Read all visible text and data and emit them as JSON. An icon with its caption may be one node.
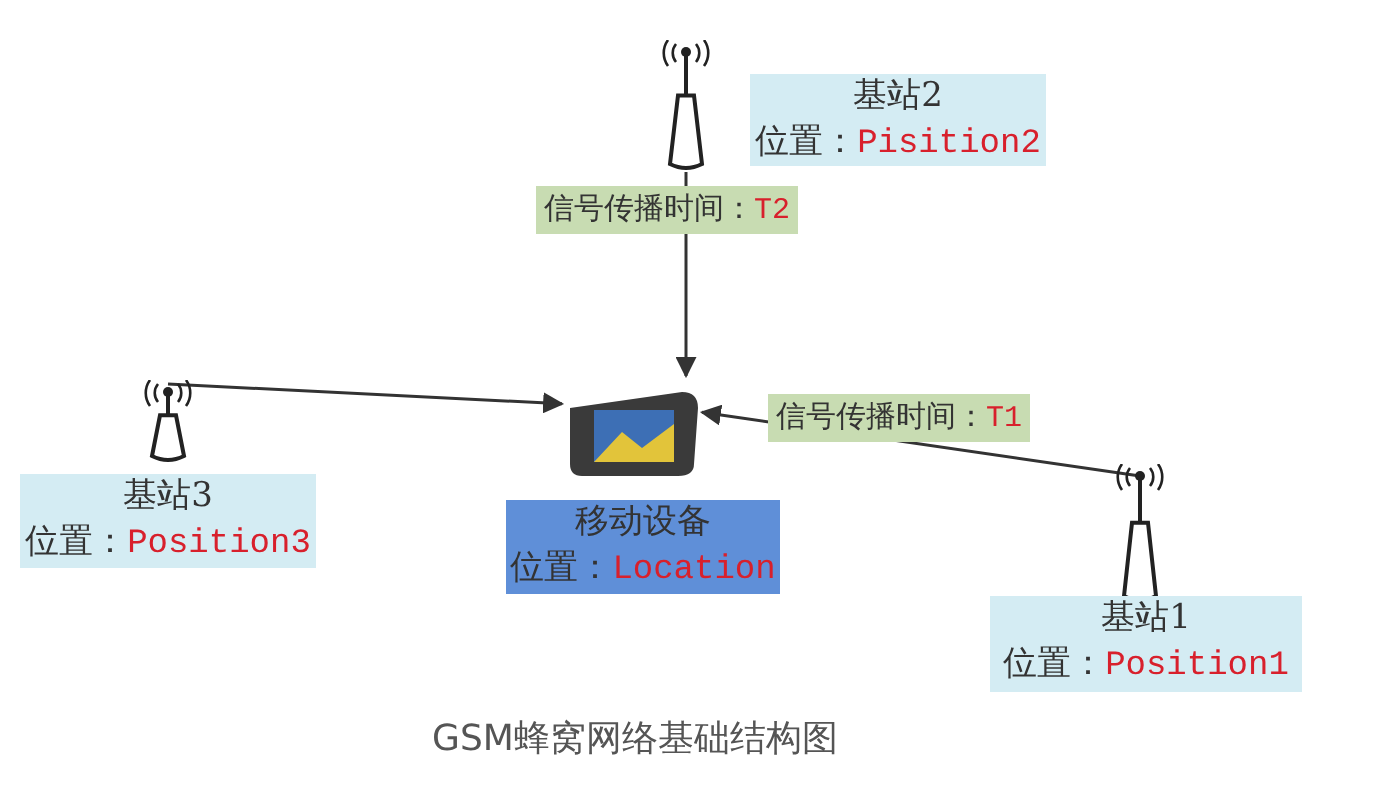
{
  "diagram": {
    "caption": "GSM蜂窝网络基础结构图",
    "nodes": [
      {
        "text": [],
        "shape": "picture"
      },
      {
        "text": [
          "基站2",
          "位置：Pisition2"
        ]
      },
      {
        "text": [],
        "shape": "picture"
      },
      {
        "text": [
          "基站3",
          "位置：Position3"
        ]
      },
      {
        "text": [],
        "shape": "picture"
      },
      {
        "text": [
          "移动设备",
          "位置：Location"
        ]
      },
      {
        "text": [],
        "shape": "picture"
      },
      {
        "text": [
          "基站1",
          "位置：Position1"
        ]
      }
    ],
    "edges": [
      {
        "from": 0,
        "to": 4,
        "arrow": "to",
        "label": "信号传播时间：T2"
      },
      {
        "from": 2,
        "to": 4,
        "arrow": "to"
      },
      {
        "from": 6,
        "to": 4,
        "arrow": "to",
        "label": "信号传播时间：T1"
      }
    ]
  }
}
